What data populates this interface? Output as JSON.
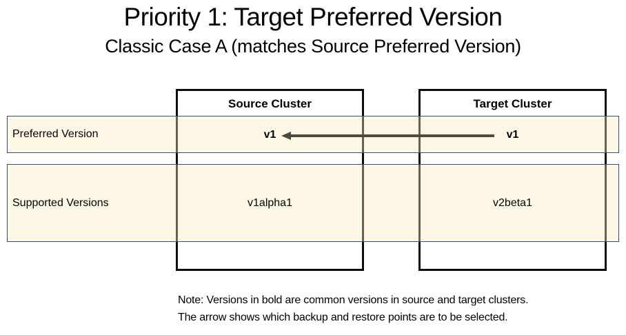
{
  "slide": {
    "title": "Priority 1: Target Preferred Version",
    "subtitle": "Classic Case A (matches Source Preferred Version)"
  },
  "table": {
    "row_headers": [
      "Preferred Version",
      "Supported Versions"
    ],
    "columns": [
      {
        "header": "Source Cluster",
        "preferred_version": "v1",
        "supported_versions": "v1alpha1"
      },
      {
        "header": "Target Cluster",
        "preferred_version": "v1",
        "supported_versions": "v2beta1"
      }
    ]
  },
  "arrow": {
    "from": "Target Cluster v1",
    "to": "Source Cluster v1",
    "direction": "right-to-left"
  },
  "note": {
    "line1": "Note: Versions in bold are common versions in source and target clusters.",
    "line2": "The arrow shows which backup and restore points are to be selected."
  },
  "colors": {
    "background": "#FFFFFF",
    "text": "#000000",
    "box_border": "#0D0D0D",
    "band_fill_over_white": "#FDF8EA",
    "band_border": "#2E4E7C",
    "arrow": "#4D4B41"
  }
}
